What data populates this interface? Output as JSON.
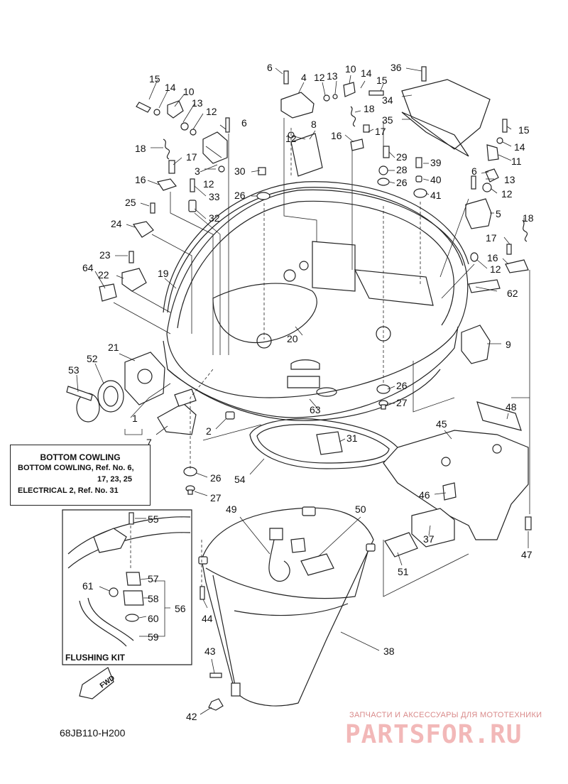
{
  "callouts": [
    {
      "id": "c1",
      "text": "1"
    },
    {
      "id": "c2",
      "text": "2"
    },
    {
      "id": "c3",
      "text": "3"
    },
    {
      "id": "c4",
      "text": "4"
    },
    {
      "id": "c5",
      "text": "5"
    },
    {
      "id": "c6a",
      "text": "6"
    },
    {
      "id": "c6b",
      "text": "6"
    },
    {
      "id": "c6c",
      "text": "6"
    },
    {
      "id": "c7",
      "text": "7"
    },
    {
      "id": "c8",
      "text": "8"
    },
    {
      "id": "c9",
      "text": "9"
    },
    {
      "id": "c10a",
      "text": "10"
    },
    {
      "id": "c10b",
      "text": "10"
    },
    {
      "id": "c11",
      "text": "11"
    },
    {
      "id": "c12a",
      "text": "12"
    },
    {
      "id": "c12b",
      "text": "12"
    },
    {
      "id": "c12c",
      "text": "12"
    },
    {
      "id": "c12d",
      "text": "12"
    },
    {
      "id": "c12e",
      "text": "12"
    },
    {
      "id": "c12f",
      "text": "12"
    },
    {
      "id": "c13a",
      "text": "13"
    },
    {
      "id": "c13b",
      "text": "13"
    },
    {
      "id": "c13c",
      "text": "13"
    },
    {
      "id": "c14a",
      "text": "14"
    },
    {
      "id": "c14b",
      "text": "14"
    },
    {
      "id": "c14c",
      "text": "14"
    },
    {
      "id": "c15a",
      "text": "15"
    },
    {
      "id": "c15b",
      "text": "15"
    },
    {
      "id": "c15c",
      "text": "15"
    },
    {
      "id": "c16a",
      "text": "16"
    },
    {
      "id": "c16b",
      "text": "16"
    },
    {
      "id": "c16c",
      "text": "16"
    },
    {
      "id": "c17a",
      "text": "17"
    },
    {
      "id": "c17b",
      "text": "17"
    },
    {
      "id": "c17c",
      "text": "17"
    },
    {
      "id": "c18a",
      "text": "18"
    },
    {
      "id": "c18b",
      "text": "18"
    },
    {
      "id": "c18c",
      "text": "18"
    },
    {
      "id": "c19",
      "text": "19"
    },
    {
      "id": "c20",
      "text": "20"
    },
    {
      "id": "c21",
      "text": "21"
    },
    {
      "id": "c22",
      "text": "22"
    },
    {
      "id": "c23",
      "text": "23"
    },
    {
      "id": "c24",
      "text": "24"
    },
    {
      "id": "c25",
      "text": "25"
    },
    {
      "id": "c26a",
      "text": "26"
    },
    {
      "id": "c26b",
      "text": "26"
    },
    {
      "id": "c26c",
      "text": "26"
    },
    {
      "id": "c26d",
      "text": "26"
    },
    {
      "id": "c27a",
      "text": "27"
    },
    {
      "id": "c27b",
      "text": "27"
    },
    {
      "id": "c28",
      "text": "28"
    },
    {
      "id": "c29",
      "text": "29"
    },
    {
      "id": "c30",
      "text": "30"
    },
    {
      "id": "c31",
      "text": "31"
    },
    {
      "id": "c32",
      "text": "32"
    },
    {
      "id": "c33",
      "text": "33"
    },
    {
      "id": "c34",
      "text": "34"
    },
    {
      "id": "c35",
      "text": "35"
    },
    {
      "id": "c36",
      "text": "36"
    },
    {
      "id": "c37",
      "text": "37"
    },
    {
      "id": "c38",
      "text": "38"
    },
    {
      "id": "c39",
      "text": "39"
    },
    {
      "id": "c40",
      "text": "40"
    },
    {
      "id": "c41",
      "text": "41"
    },
    {
      "id": "c42",
      "text": "42"
    },
    {
      "id": "c43",
      "text": "43"
    },
    {
      "id": "c44",
      "text": "44"
    },
    {
      "id": "c45",
      "text": "45"
    },
    {
      "id": "c46",
      "text": "46"
    },
    {
      "id": "c47",
      "text": "47"
    },
    {
      "id": "c48",
      "text": "48"
    },
    {
      "id": "c49",
      "text": "49"
    },
    {
      "id": "c50",
      "text": "50"
    },
    {
      "id": "c51",
      "text": "51"
    },
    {
      "id": "c52",
      "text": "52"
    },
    {
      "id": "c53",
      "text": "53"
    },
    {
      "id": "c54",
      "text": "54"
    },
    {
      "id": "c55",
      "text": "55"
    },
    {
      "id": "c56",
      "text": "56"
    },
    {
      "id": "c57",
      "text": "57"
    },
    {
      "id": "c58",
      "text": "58"
    },
    {
      "id": "c59",
      "text": "59"
    },
    {
      "id": "c60",
      "text": "60"
    },
    {
      "id": "c61",
      "text": "61"
    },
    {
      "id": "c62",
      "text": "62"
    },
    {
      "id": "c63",
      "text": "63"
    },
    {
      "id": "c64",
      "text": "64"
    }
  ],
  "legend": {
    "title": "BOTTOM COWLING",
    "line1": "BOTTOM COWLING,  Ref. No. 6,",
    "line2": "17, 23, 25",
    "line3": "ELECTRICAL 2,  Ref. No. 31"
  },
  "inset": {
    "label": "FLUSHING KIT"
  },
  "fwd_label": "FWD",
  "diagram_code": "68JB110-H200",
  "watermark": {
    "subtitle": "ЗАПЧАСТИ И АКСЕССУАРЫ ДЛЯ МОТОТЕХНИКИ",
    "brand": "PARTSFOR.RU"
  }
}
